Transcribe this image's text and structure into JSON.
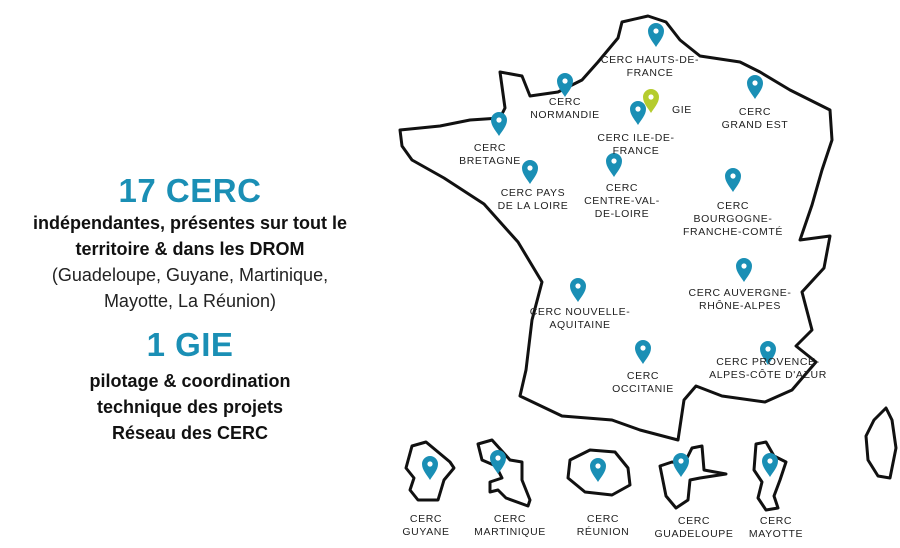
{
  "summary": {
    "cerc_count": "17 CERC",
    "cerc_desc_1": "indépendantes, présentes sur tout le",
    "cerc_desc_2": "territoire & dans les DROM",
    "drom_list_1": "(Guadeloupe, Guyane, Martinique,",
    "drom_list_2": "Mayotte, La Réunion)",
    "gie_count": "1 GIE",
    "gie_desc_1": "pilotage & coordination",
    "gie_desc_2": "technique des projets",
    "gie_desc_3": "Réseau des CERC"
  },
  "colors": {
    "pin": "#1a8fb5",
    "gie_pin": "#b5cc2e",
    "outline": "#111111"
  },
  "regions": [
    {
      "id": "hauts-de-france",
      "lines": [
        "CERC HAUTS-DE-",
        "FRANCE"
      ]
    },
    {
      "id": "normandie",
      "lines": [
        "CERC",
        "NORMANDIE"
      ]
    },
    {
      "id": "bretagne",
      "lines": [
        "CERC",
        "BRETAGNE"
      ]
    },
    {
      "id": "ile-de-france",
      "lines": [
        "CERC ILE-DE-",
        "FRANCE"
      ]
    },
    {
      "id": "gie",
      "lines": [
        "GIE"
      ]
    },
    {
      "id": "grand-est",
      "lines": [
        "CERC",
        "GRAND EST"
      ]
    },
    {
      "id": "pays-de-la-loire",
      "lines": [
        "CERC PAYS",
        "DE LA LOIRE"
      ]
    },
    {
      "id": "centre-val-de-loire",
      "lines": [
        "CERC",
        "CENTRE-VAL-",
        "DE-LOIRE"
      ]
    },
    {
      "id": "bourgogne-franche-comte",
      "lines": [
        "CERC",
        "BOURGOGNE-",
        "FRANCHE-COMTÉ"
      ]
    },
    {
      "id": "auvergne-rhone-alpes",
      "lines": [
        "CERC AUVERGNE-",
        "RHÔNE-ALPES"
      ]
    },
    {
      "id": "nouvelle-aquitaine",
      "lines": [
        "CERC NOUVELLE-",
        "AQUITAINE"
      ]
    },
    {
      "id": "occitanie",
      "lines": [
        "CERC",
        "OCCITANIE"
      ]
    },
    {
      "id": "paca",
      "lines": [
        "CERC PROVENCE-",
        "ALPES-CÔTE D'AZUR"
      ]
    },
    {
      "id": "guyane",
      "lines": [
        "CERC",
        "GUYANE"
      ]
    },
    {
      "id": "martinique",
      "lines": [
        "CERC",
        "MARTINIQUE"
      ]
    },
    {
      "id": "reunion",
      "lines": [
        "CERC",
        "RÉUNION"
      ]
    },
    {
      "id": "guadeloupe",
      "lines": [
        "CERC",
        "GUADELOUPE"
      ]
    },
    {
      "id": "mayotte",
      "lines": [
        "CERC",
        "MAYOTTE"
      ]
    }
  ]
}
